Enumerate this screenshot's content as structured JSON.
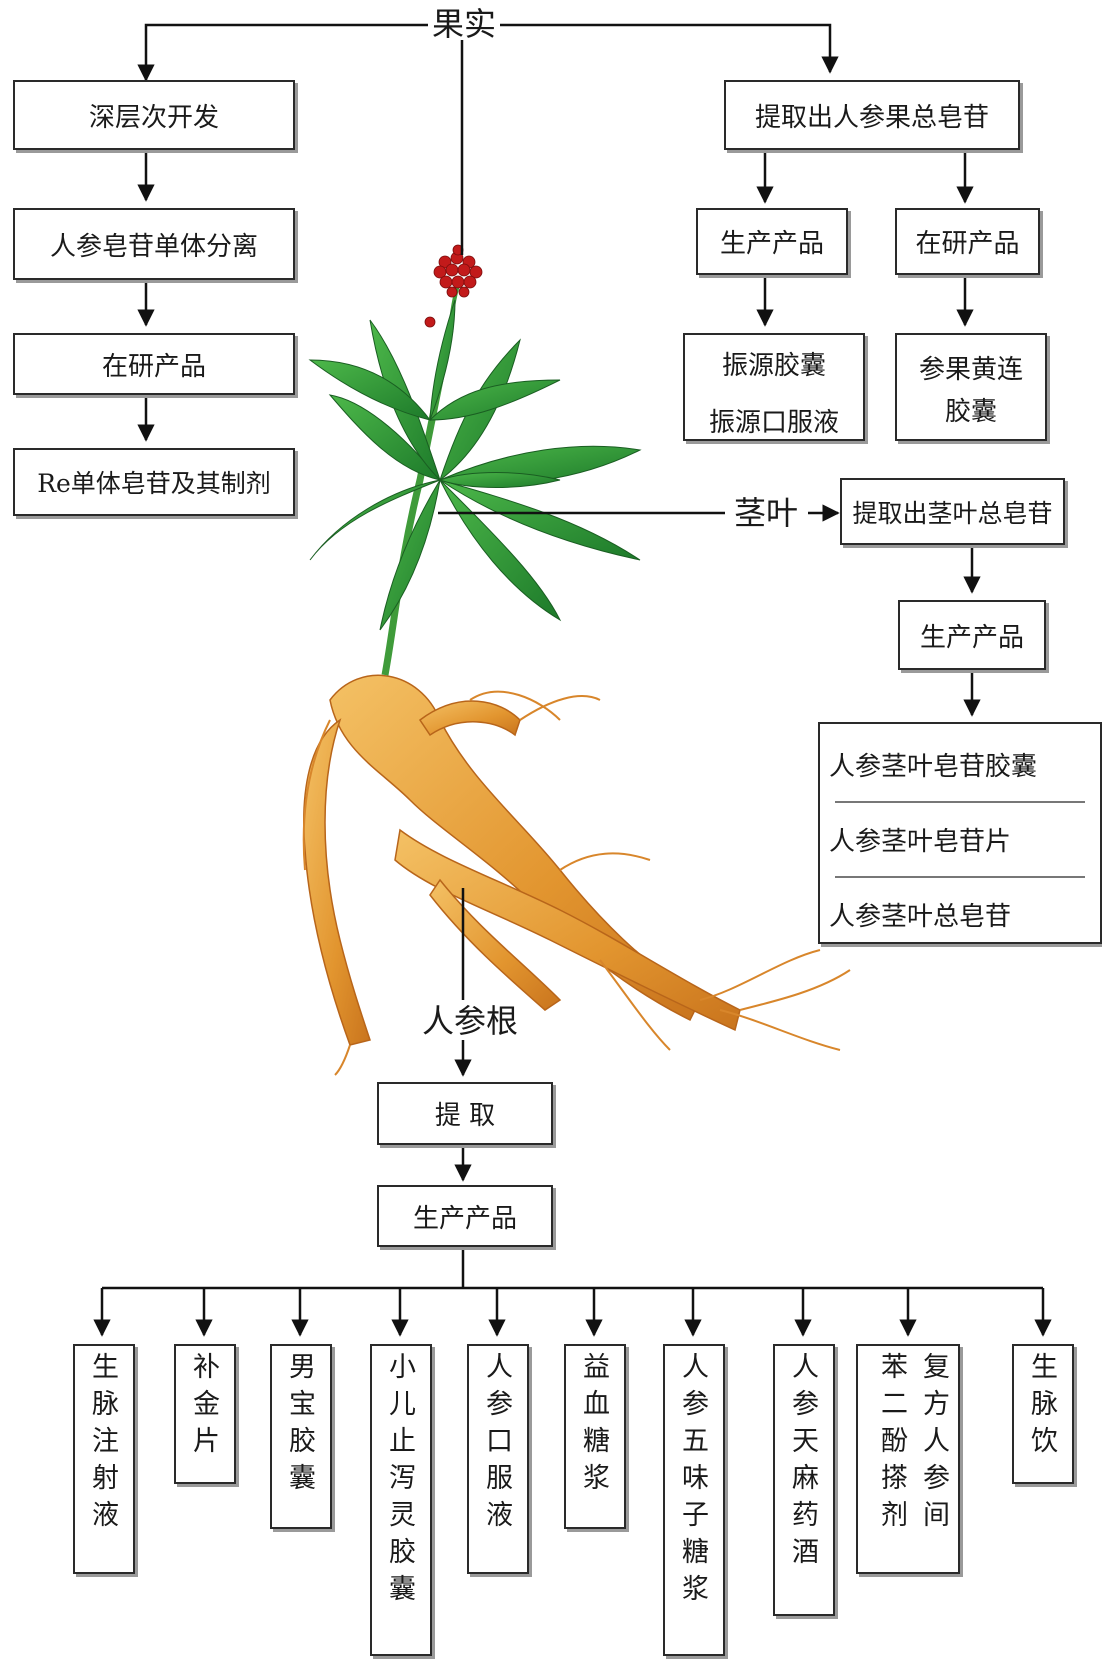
{
  "fruit": {
    "label": "果实",
    "left_chain": [
      "深层次开发",
      "人参皂苷单体分离",
      "在研产品",
      "Re单体皂苷及其制剂"
    ],
    "right": {
      "extract": "提取出人参果总皂苷",
      "production": "生产产品",
      "research": "在研产品",
      "production_products": [
        "振源胶囊",
        "振源口服液"
      ],
      "research_product_lines": [
        "参果黄连",
        "胶囊"
      ]
    }
  },
  "stem_leaf": {
    "label": "茎叶",
    "extract": "提取出茎叶总皂苷",
    "production": "生产产品",
    "products": [
      "人参茎叶皂苷胶囊",
      "人参茎叶皂苷片",
      "人参茎叶总皂苷"
    ]
  },
  "root": {
    "label": "人参根",
    "extract": "提 取",
    "production": "生产产品",
    "products": [
      "生脉注射液",
      "补金片",
      "男宝胶囊",
      "小儿止泻灵胶囊",
      "人参口服液",
      "益血糖浆",
      "人参五味子糖浆",
      "人参天麻药酒",
      "复方人参间苯二酚搽剂",
      "生脉饮"
    ]
  }
}
